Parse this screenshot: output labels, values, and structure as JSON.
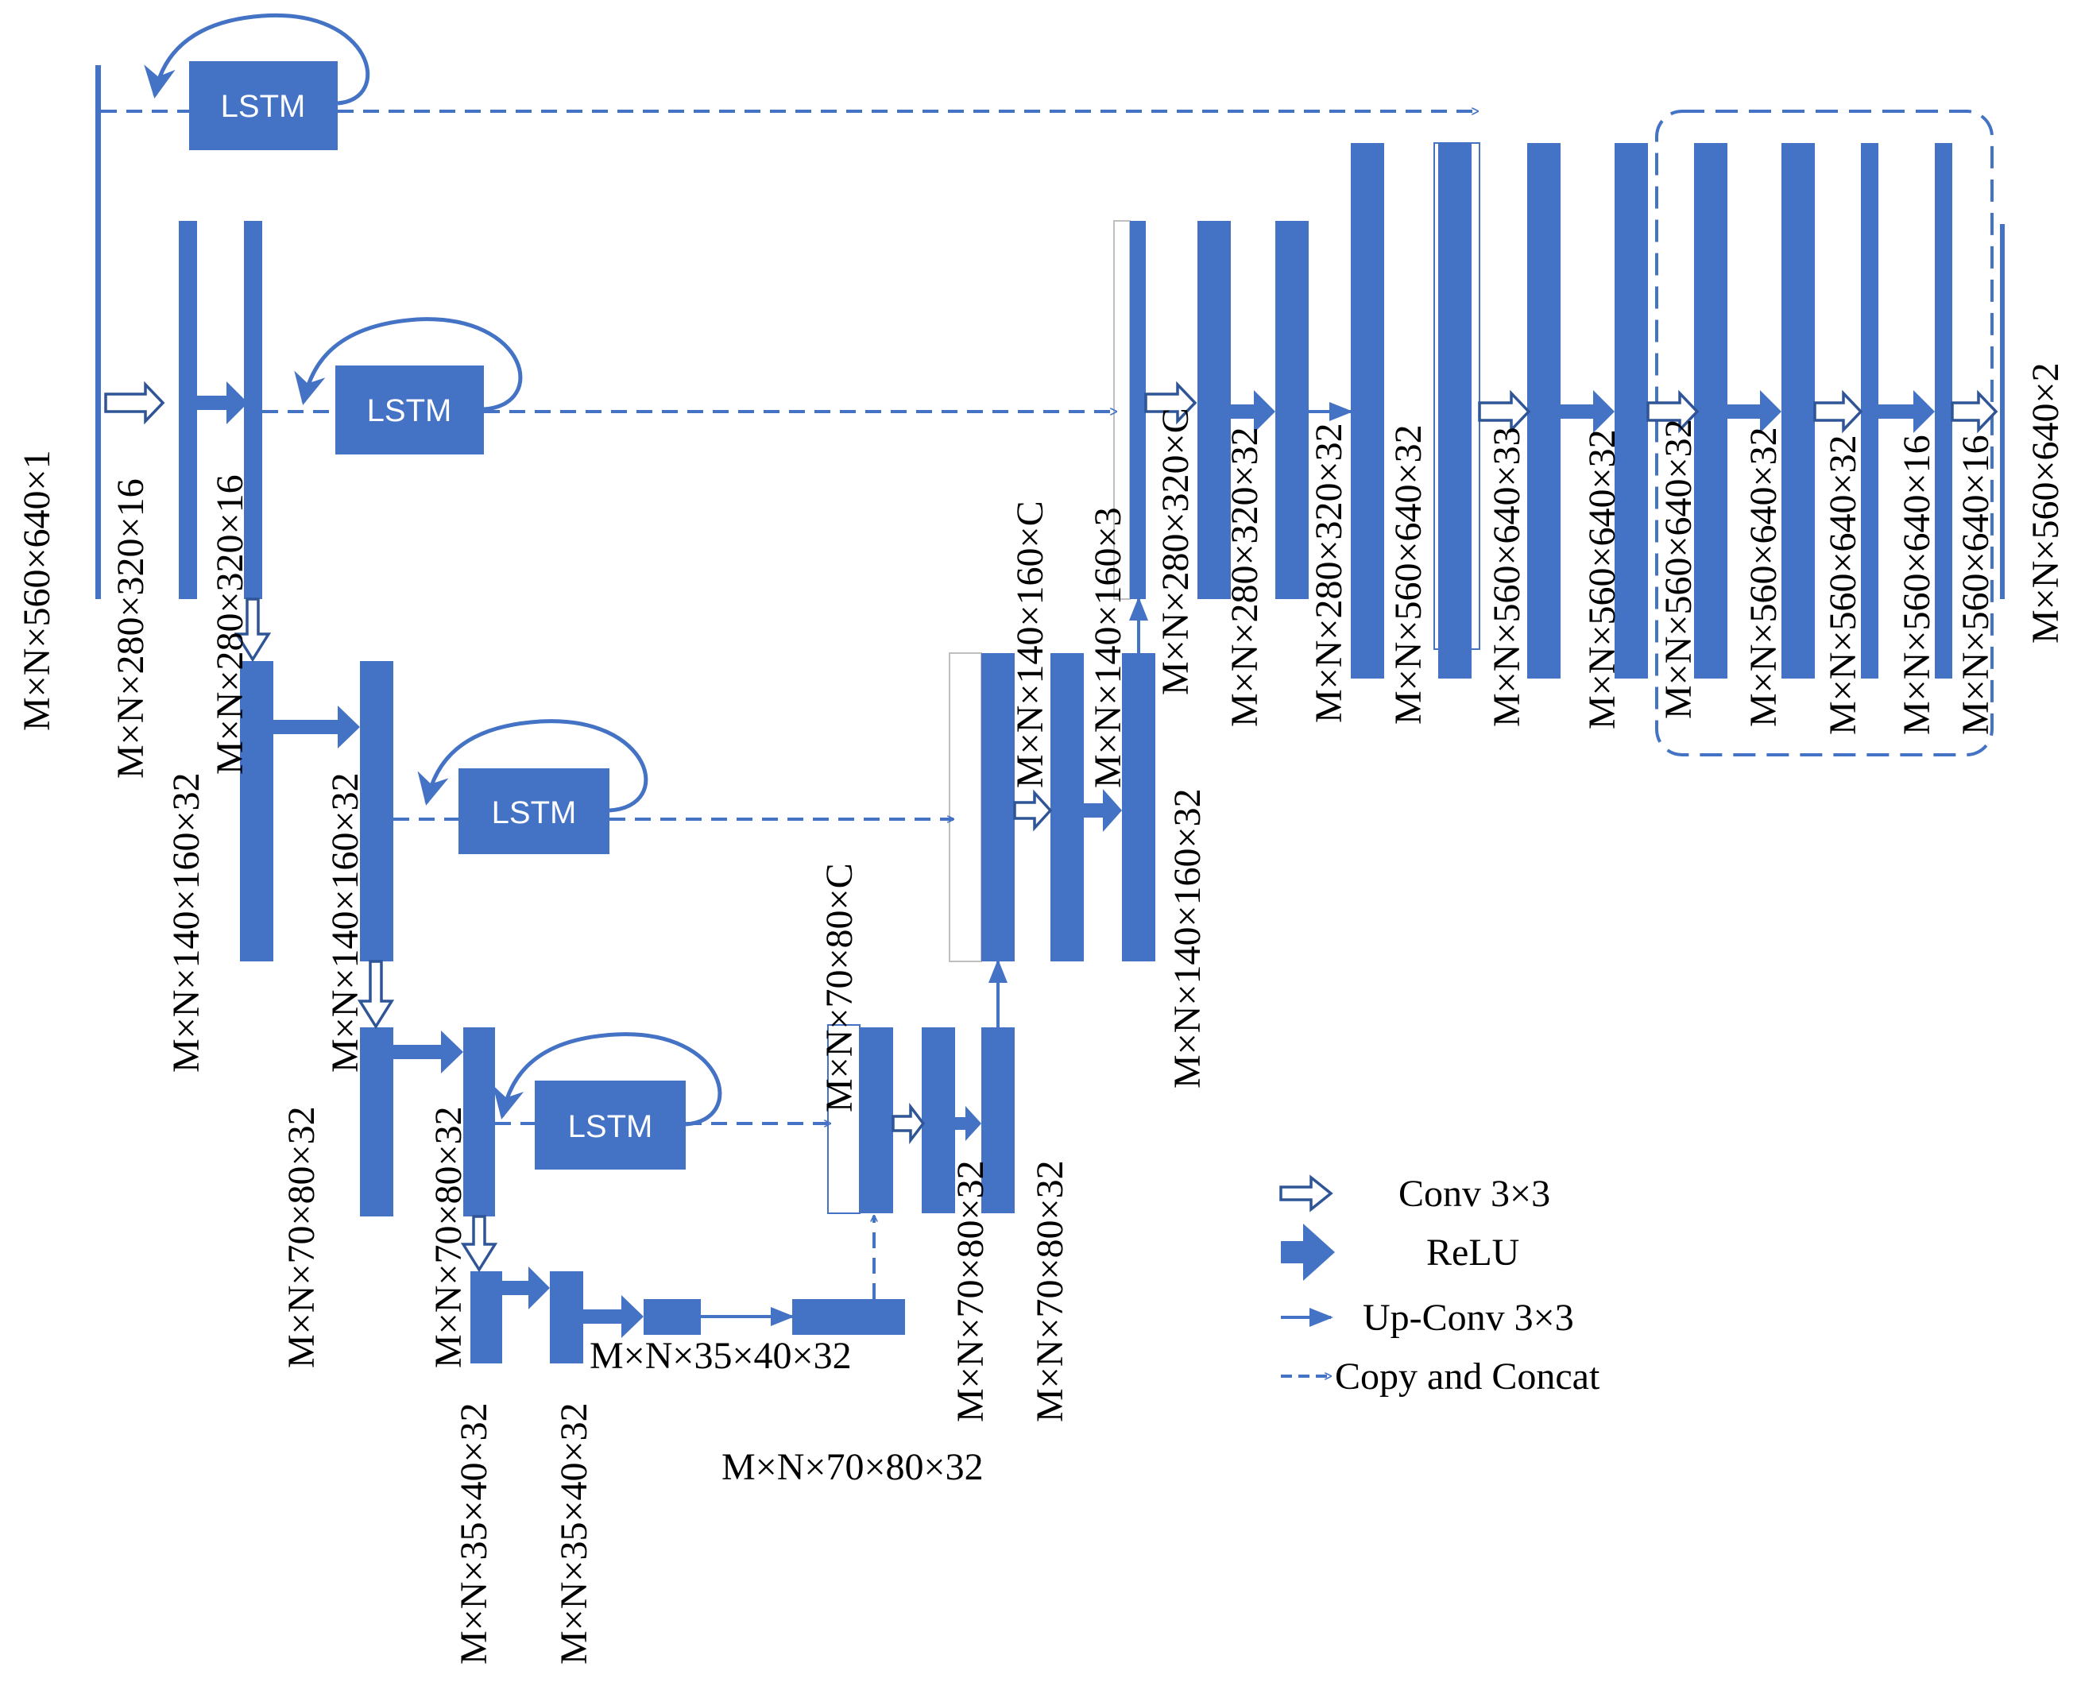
{
  "lstm_label": "LSTM",
  "legend": {
    "conv": "Conv 3×3",
    "relu": "ReLU",
    "upconv": "Up-Conv 3×3",
    "copy": "Copy and Concat"
  },
  "labels": {
    "input": "M×N×560×640×1",
    "e1a": "M×N×280×320×16",
    "e1b": "M×N×280×320×16",
    "e2a": "M×N×140×160×32",
    "e2b": "M×N×140×160×32",
    "e3a": "M×N×70×80×32",
    "e3b": "M×N×70×80×32",
    "e4a": "M×N×35×40×32",
    "e4b": "M×N×35×40×32",
    "bn": "M×N×35×40×32",
    "up4": "M×N×70×80×32",
    "d3cat": "M×N×70×80×C",
    "d3a": "M×N×70×80×32",
    "d3b": "M×N×70×80×32",
    "d2cat": "M×N×140×160×C",
    "d2a": "M×N×140×160×3",
    "d2b": "M×N×140×160×32",
    "d1cat": "M×N×280×320×C",
    "d1a": "M×N×280×320×32",
    "d1b": "M×N×280×320×32",
    "d0a": "M×N×560×640×32",
    "d0cat": "M×N×560×640×33",
    "d0b": "M×N×560×640×32",
    "f1": "M×N×560×640×32",
    "f2": "M×N×560×640×32",
    "f3": "M×N×560×640×32",
    "f4": "M×N×560×640×16",
    "f5": "M×N×560×640×16",
    "output": "M×N×560×640×2"
  }
}
